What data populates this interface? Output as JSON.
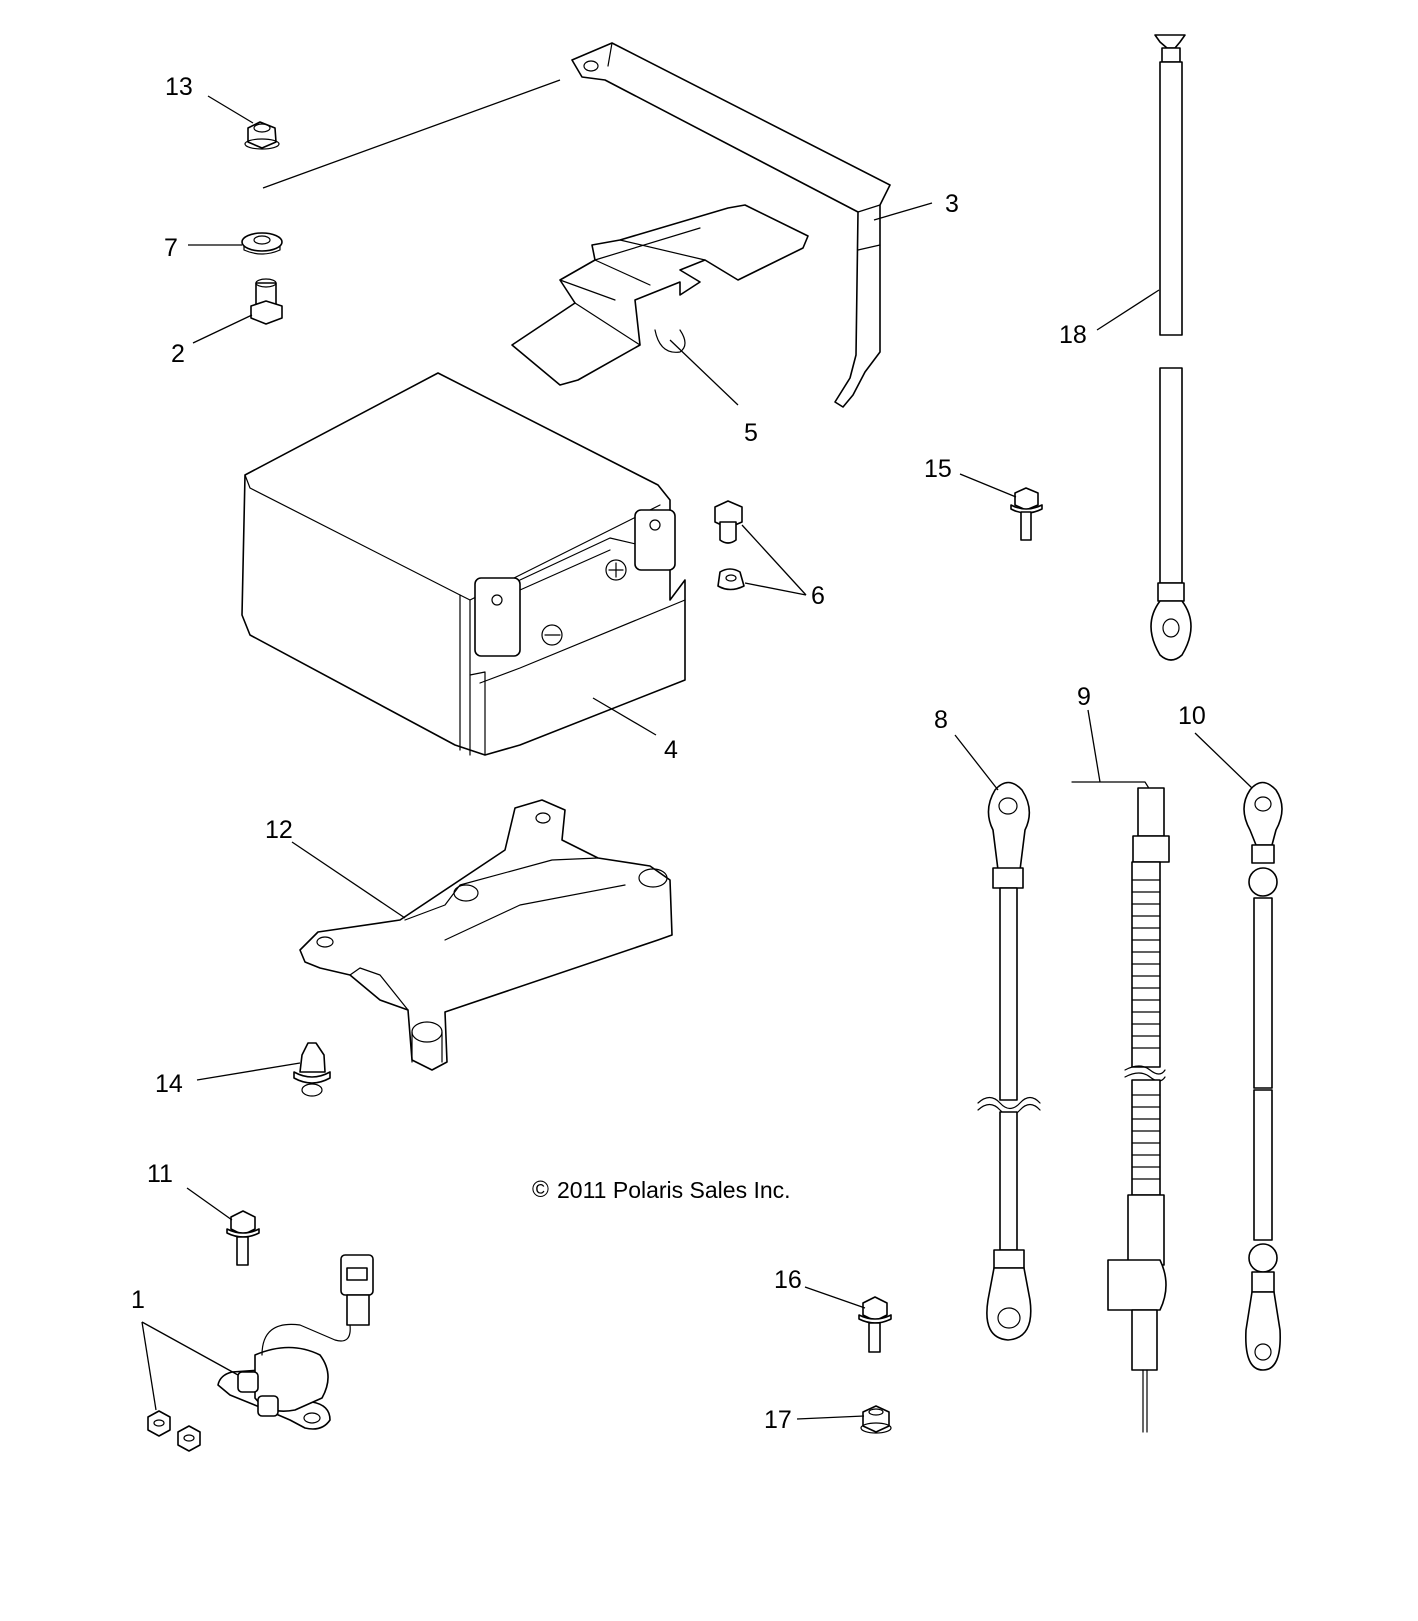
{
  "callouts": [
    {
      "id": "1",
      "label": "1"
    },
    {
      "id": "2",
      "label": "2"
    },
    {
      "id": "3",
      "label": "3"
    },
    {
      "id": "4",
      "label": "4"
    },
    {
      "id": "5",
      "label": "5"
    },
    {
      "id": "6",
      "label": "6"
    },
    {
      "id": "7",
      "label": "7"
    },
    {
      "id": "8",
      "label": "8"
    },
    {
      "id": "9",
      "label": "9"
    },
    {
      "id": "10",
      "label": "10"
    },
    {
      "id": "11",
      "label": "11"
    },
    {
      "id": "12",
      "label": "12"
    },
    {
      "id": "13",
      "label": "13"
    },
    {
      "id": "14",
      "label": "14"
    },
    {
      "id": "15",
      "label": "15"
    },
    {
      "id": "16",
      "label": "16"
    },
    {
      "id": "17",
      "label": "17"
    },
    {
      "id": "18",
      "label": "18"
    }
  ],
  "copyright": {
    "symbol": "©",
    "text": "2011 Polaris Sales Inc."
  }
}
